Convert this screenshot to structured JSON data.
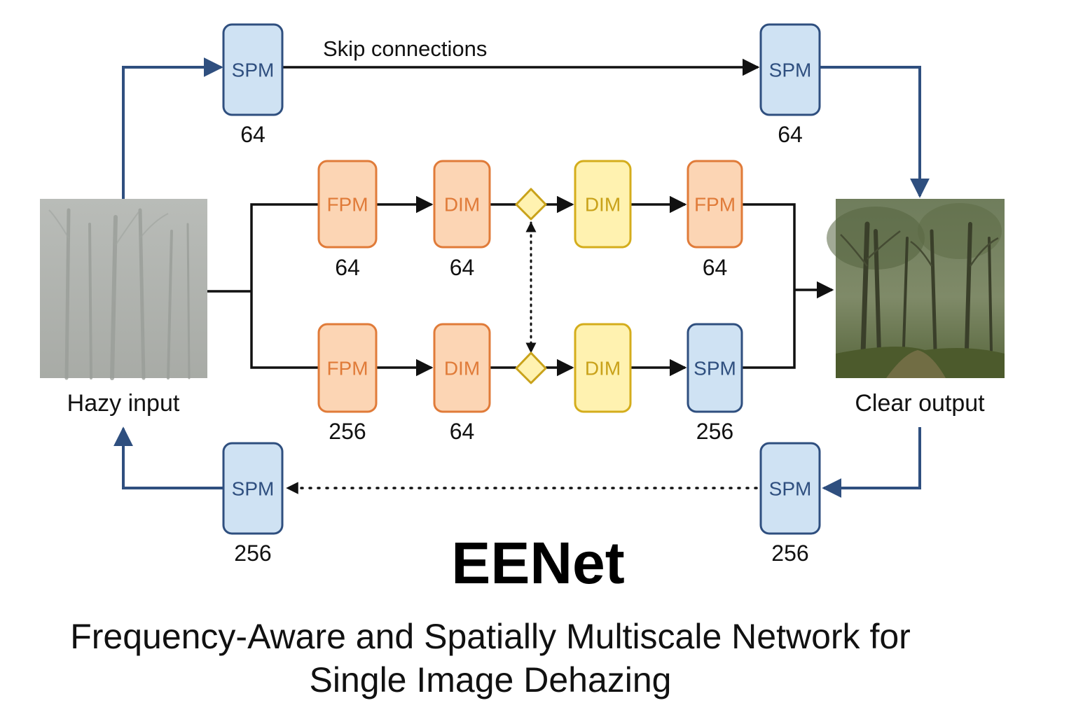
{
  "title": "EENet",
  "subtitle": {
    "line1": "Frequency-Aware and Spatially Multiscale Network for",
    "line2": "Single Image Dehazing"
  },
  "io": {
    "input_label": "Hazy input",
    "output_label": "Clear output"
  },
  "skip_label": "Skip connections",
  "colors": {
    "spm_fill": "#cfe2f3",
    "spm_stroke": "#2f4f7f",
    "fpm_fill": "#fcd5b4",
    "fpm_stroke": "#e07b39",
    "dim_orange_fill": "#fcd5b4",
    "dim_yellow_fill": "#fff2b0",
    "dim_yellow_stroke": "#d4ad1c",
    "diamond_fill": "#fff2b0",
    "diamond_stroke": "#c9a21a",
    "path_blue": "#2f4f7f"
  },
  "blocks": {
    "spm_top_left": {
      "label": "SPM",
      "channels": "64"
    },
    "spm_top_right": {
      "label": "SPM",
      "channels": "64"
    },
    "fpm_row1": {
      "label": "FPM",
      "channels": "64"
    },
    "dim_row1_a": {
      "label": "DIM",
      "channels": "64"
    },
    "dim_row1_b": {
      "label": "DIM",
      "channels": ""
    },
    "fpm_row1_out": {
      "label": "FPM",
      "channels": "64"
    },
    "fpm_row2": {
      "label": "FPM",
      "channels": "256"
    },
    "dim_row2_a": {
      "label": "DIM",
      "channels": "64"
    },
    "dim_row2_b": {
      "label": "DIM",
      "channels": ""
    },
    "spm_row2_out": {
      "label": "SPM",
      "channels": "256"
    },
    "spm_bottom_left": {
      "label": "SPM",
      "channels": "256"
    },
    "spm_bottom_right": {
      "label": "SPM",
      "channels": "256"
    }
  }
}
